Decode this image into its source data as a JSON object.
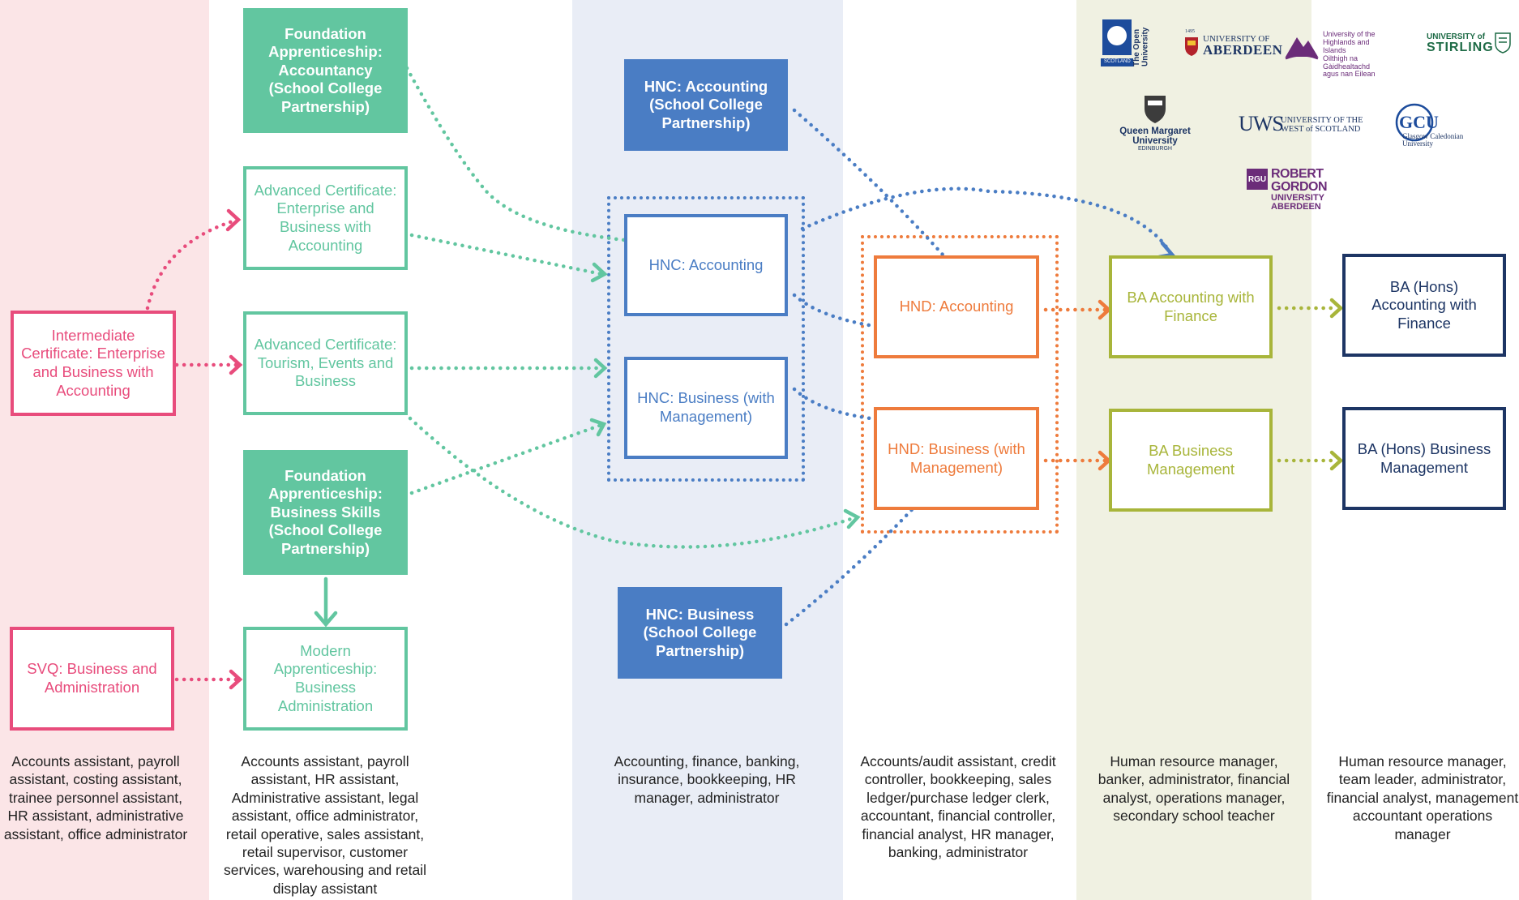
{
  "colors": {
    "pink": "#e84c7c",
    "teal": "#62c6a0",
    "blue": "#4a7dc4",
    "orange": "#ee7b3c",
    "olive": "#a8b53a",
    "navy": "#1d3564",
    "pink_bg": "#fbe5e7",
    "blue_bg": "#e9edf6",
    "olive_bg": "#f0f1e2"
  },
  "boxes": {
    "intermediate": "Intermediate Certificate: Enterprise and Business with Accounting",
    "svq": "SVQ: Business and Administration",
    "fa_accountancy": "Foundation Apprenticeship: Accountancy (School College Partnership)",
    "adv_enterprise": "Advanced Certificate: Enterprise and Business with Accounting",
    "adv_tourism": "Advanced Certificate: Tourism, Events and Business",
    "fa_business": "Foundation Apprenticeship: Business Skills (School College Partnership)",
    "modern_app": "Modern Apprenticeship: Business Administration",
    "hnc_acc_scp": "HNC: Accounting (School College Partnership)",
    "hnc_acc": "HNC: Accounting",
    "hnc_bus": "HNC: Business (with Management)",
    "hnc_bus_scp": "HNC: Business (School College Partnership)",
    "hnd_acc": "HND: Accounting",
    "hnd_bus": "HND: Business (with Management)",
    "ba_acc": "BA Accounting with Finance",
    "ba_bus": "BA Business Management",
    "bahons_acc": "BA (Hons) Accounting with Finance",
    "bahons_bus": "BA (Hons) Business Management"
  },
  "careers": {
    "col1": "Accounts assistant, payroll assistant, costing assistant, trainee personnel assistant, HR assistant, administrative assistant, office administrator",
    "col2": "Accounts assistant, payroll assistant, HR assistant, Administrative assistant, legal assistant, office administrator, retail operative, sales assistant, retail supervisor, customer services, warehousing and retail display assistant",
    "col3": "Accounting, finance, banking, insurance, bookkeeping, HR manager, administrator",
    "col4": "Accounts/audit assistant, credit controller, bookkeeping, sales ledger/purchase ledger clerk, accountant, financial controller, financial analyst, HR manager, banking, administrator",
    "col5": "Human resource manager, banker, administrator, financial analyst, operations manager, secondary school teacher",
    "col6": "Human resource manager, team leader, administrator, financial analyst, management accountant operations manager"
  },
  "logos": {
    "open_university": "The Open University",
    "open_university_sub": "SCOTLAND",
    "aberdeen_year": "1495",
    "aberdeen_line1": "UNIVERSITY OF",
    "aberdeen_line2": "ABERDEEN",
    "uhi_line1": "University of the",
    "uhi_line2": "Highlands and Islands",
    "uhi_line3": "Oilthigh na Gàidhealtachd",
    "uhi_line4": "agus nan Eilean",
    "stirling_line1": "UNIVERSITY of",
    "stirling_line2": "STIRLING",
    "qmu_line1": "Queen Margaret",
    "qmu_line2": "University",
    "qmu_line3": "EDINBURGH",
    "uws_short": "UWS",
    "uws_line1": "UNIVERSITY OF THE",
    "uws_line2": "WEST of SCOTLAND",
    "gcu_short": "GCU",
    "gcu_line1": "Glasgow Caledonian",
    "gcu_line2": "University",
    "rgu_short": "RGU",
    "rgu_line1": "ROBERT GORDON",
    "rgu_line2": "UNIVERSITY ABERDEEN"
  }
}
